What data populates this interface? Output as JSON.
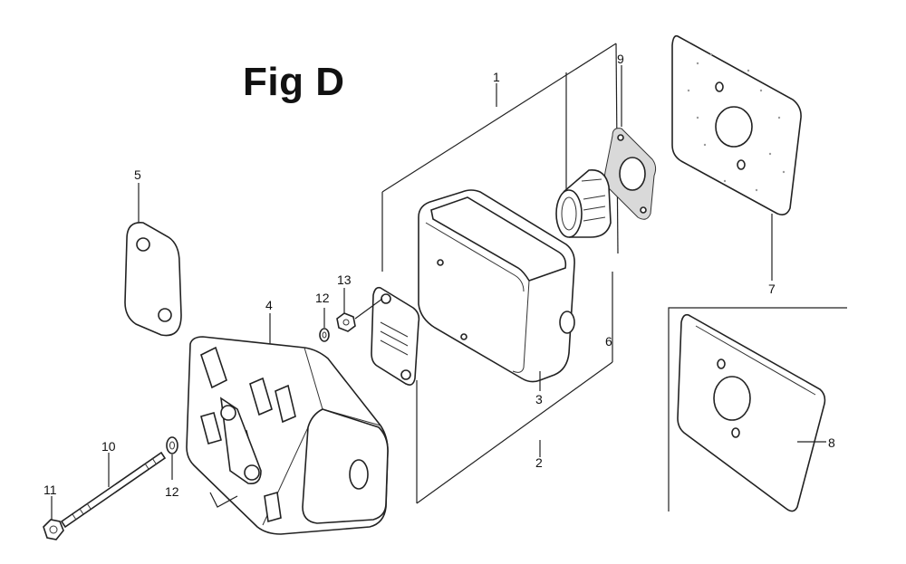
{
  "figure": {
    "title": "Fig D"
  },
  "callouts": [
    "1",
    "2",
    "3",
    "4",
    "5",
    "6",
    "7",
    "8",
    "9",
    "10",
    "11",
    "12",
    "12",
    "13"
  ],
  "parts": [
    {
      "id": "heat-shield-gasket-plate",
      "callout": "5"
    },
    {
      "id": "muffler-protector",
      "callout": "4"
    },
    {
      "id": "muffler-body",
      "callout": "3"
    },
    {
      "id": "spark-arrester",
      "callout": "6"
    },
    {
      "id": "exhaust-gasket",
      "callout": "9"
    },
    {
      "id": "muffler-gasket-large",
      "callout": "7"
    },
    {
      "id": "muffler-gasket-plate",
      "callout": "8"
    },
    {
      "id": "stud-bolt",
      "callout": "10"
    },
    {
      "id": "flange-nut",
      "callout": "11"
    },
    {
      "id": "washer",
      "callout": "12"
    },
    {
      "id": "nut",
      "callout": "13"
    }
  ]
}
